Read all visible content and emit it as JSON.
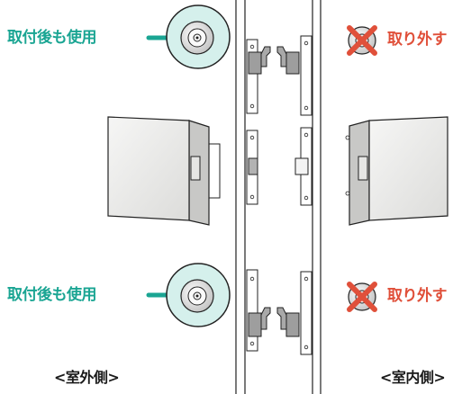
{
  "labels": {
    "keep_top": "取付後も使用",
    "keep_bottom": "取付後も使用",
    "remove_top": "取り外す",
    "remove_bottom": "取り外す",
    "outdoor_side": "<室外側>",
    "indoor_side": "<室内側>"
  },
  "colors": {
    "keep_label": "#1aa593",
    "keep_circle_fill": "#d5f0ec",
    "remove_label": "#e0503a",
    "remove_cross": "#e0503a",
    "handle_face": "#ececeb",
    "outline": "#222222"
  },
  "icons": {
    "kept_knob": "door-knob-icon",
    "removed_knob": "crossed-out-knob-icon",
    "handle": "square-pull-handle-icon"
  }
}
